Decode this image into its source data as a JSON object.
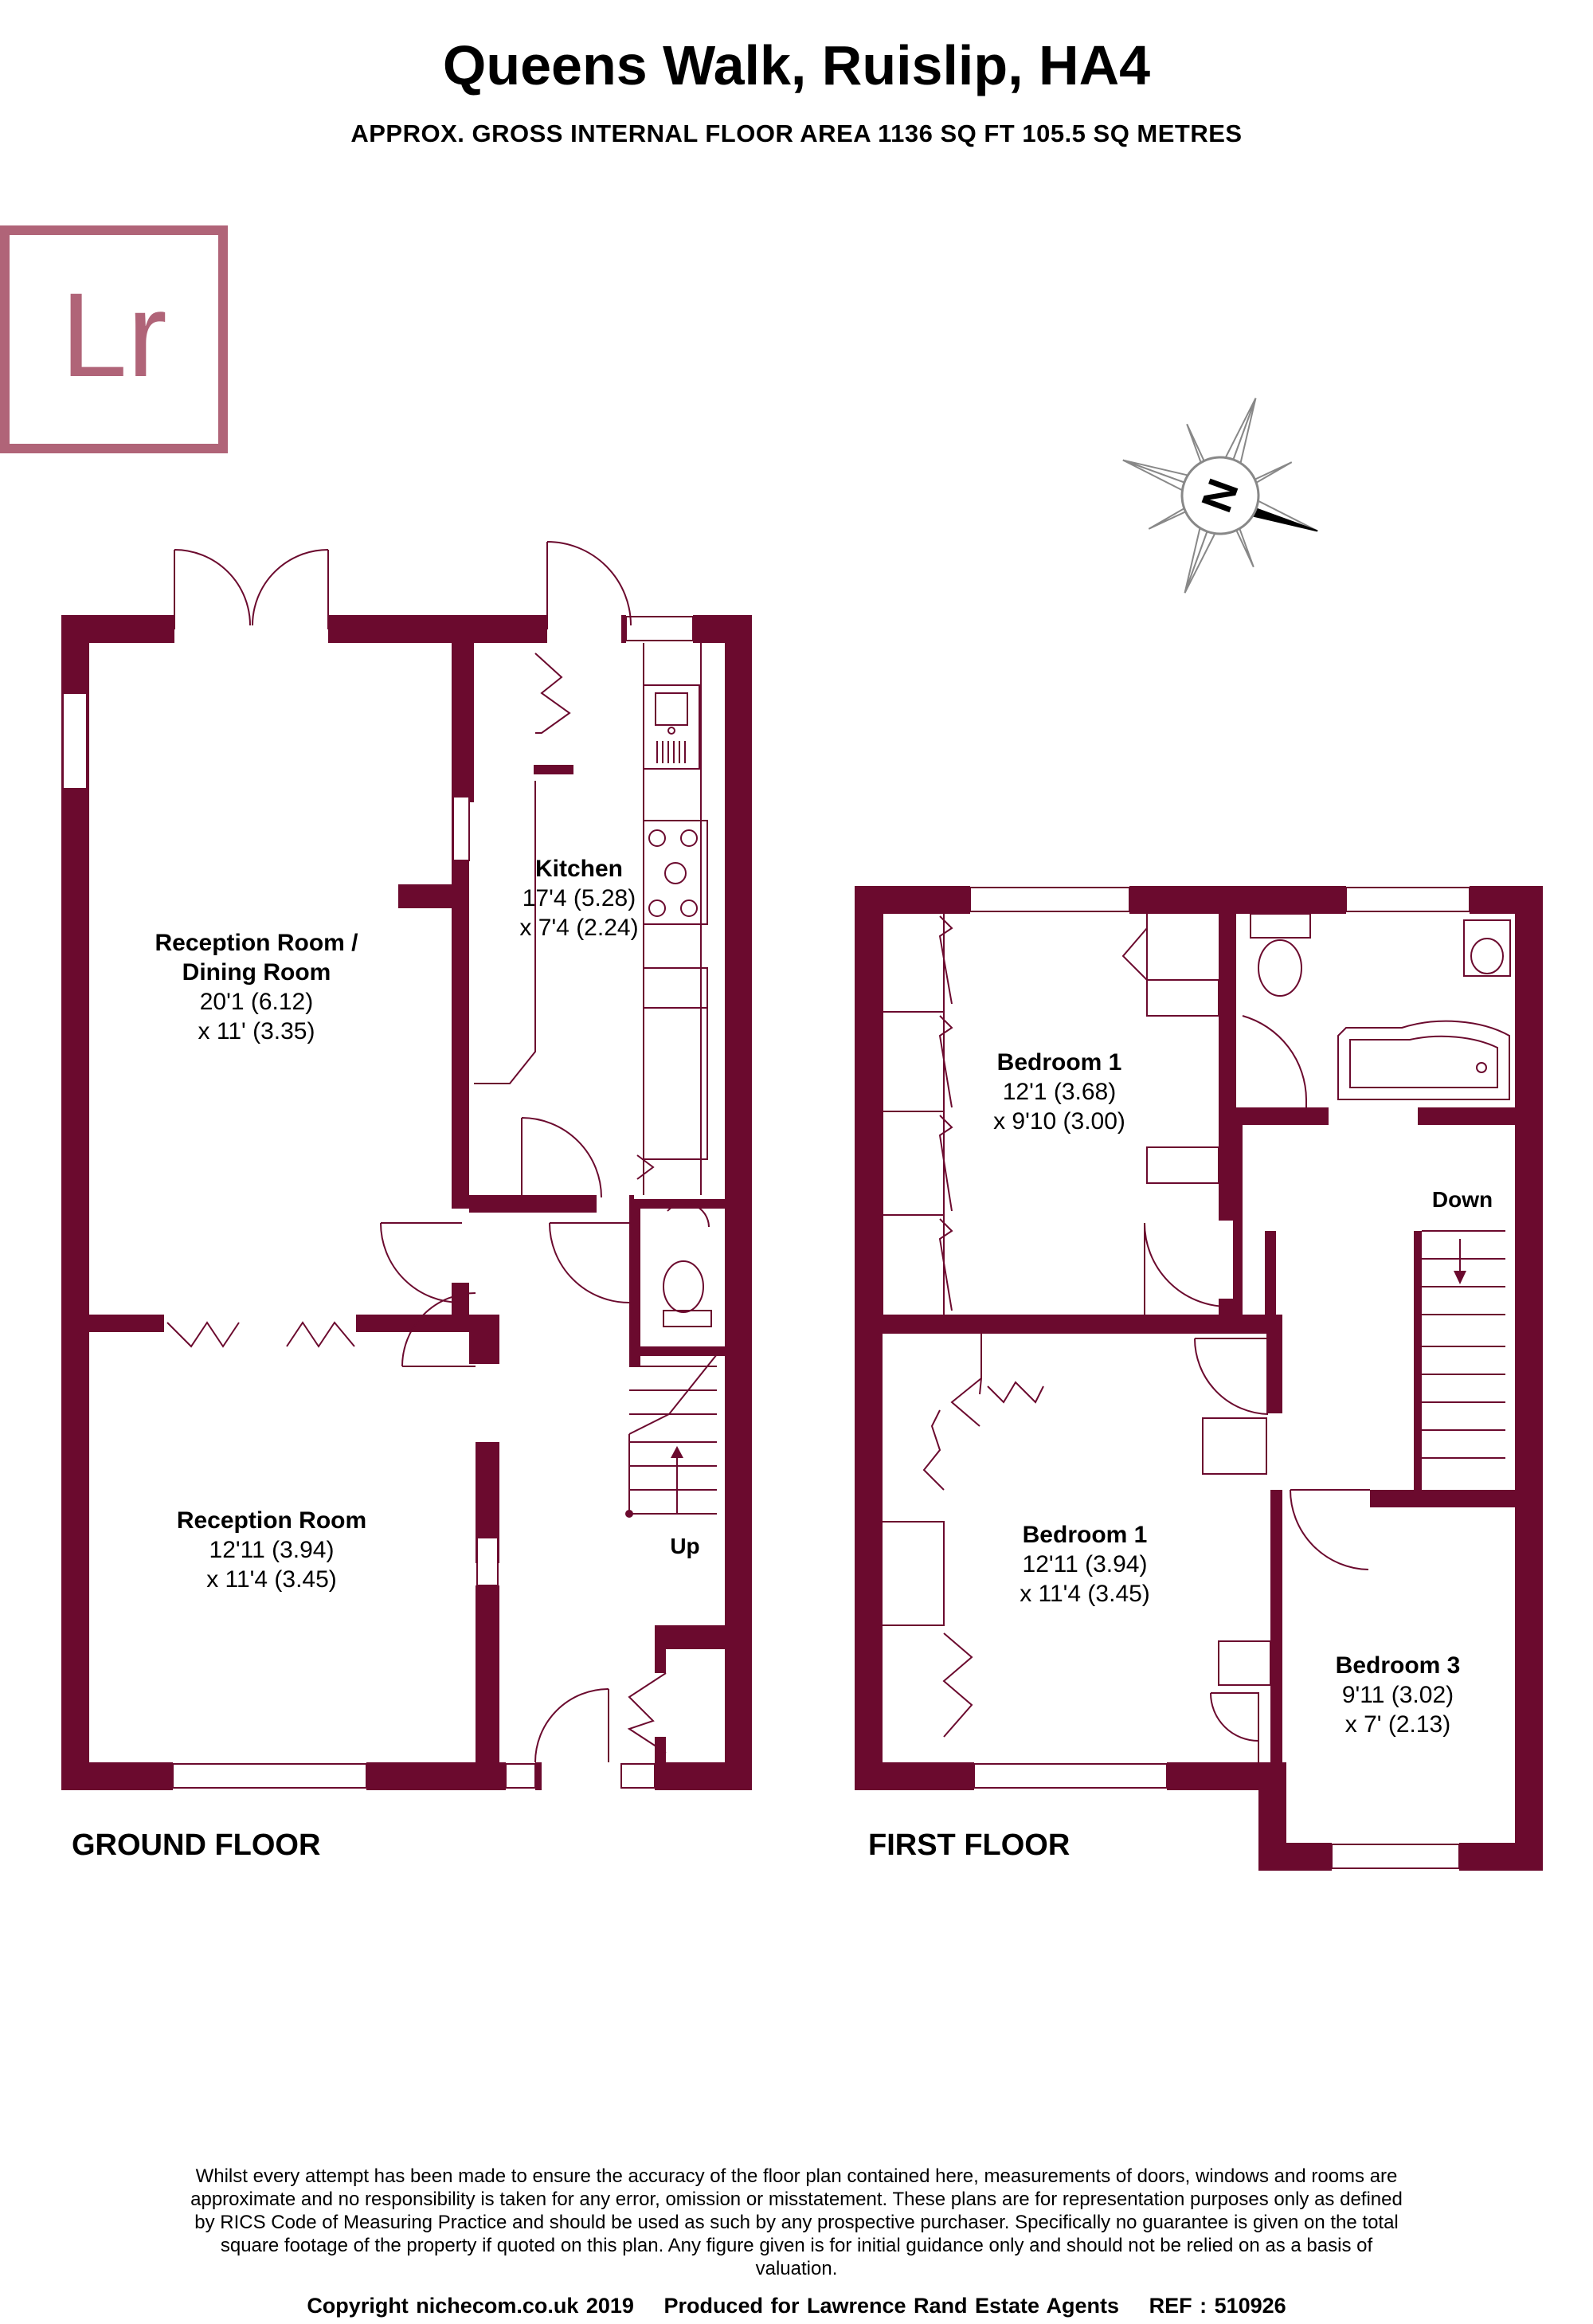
{
  "header": {
    "title": "Queens Walk, Ruislip, HA4",
    "subtitle": "APPROX. GROSS INTERNAL FLOOR AREA 1136 SQ FT 105.5 SQ METRES"
  },
  "logo": {
    "text": "Lr",
    "color": "#b06478"
  },
  "compass": {
    "label": "N"
  },
  "colors": {
    "wall": "#6b0a2e",
    "line": "#6b0a2e"
  },
  "ground_floor": {
    "label": "GROUND FLOOR",
    "rooms": [
      {
        "name": "Reception Room /",
        "name2": "Dining Room",
        "dim1": "20'1 (6.12)",
        "dim2": "x 11' (3.35)"
      },
      {
        "name": "Kitchen",
        "dim1": "17'4 (5.28)",
        "dim2": "x 7'4 (2.24)"
      },
      {
        "name": "Reception Room",
        "dim1": "12'11 (3.94)",
        "dim2": "x 11'4 (3.45)"
      }
    ],
    "stairs_label": "Up"
  },
  "first_floor": {
    "label": "FIRST FLOOR",
    "rooms": [
      {
        "name": "Bedroom 1",
        "dim1": "12'1 (3.68)",
        "dim2": "x 9'10 (3.00)"
      },
      {
        "name": "Bedroom 1",
        "dim1": "12'11 (3.94)",
        "dim2": "x 11'4 (3.45)"
      },
      {
        "name": "Bedroom 3",
        "dim1": "9'11 (3.02)",
        "dim2": "x 7' (2.13)"
      }
    ],
    "stairs_label": "Down"
  },
  "disclaimer": "Whilst every attempt has been made to ensure the accuracy of the floor plan contained here, measurements of doors, windows and rooms are approximate and no responsibility is taken for any error, omission or misstatement. These plans are for representation purposes only as defined by RICS Code of Measuring Practice and should be used as such by any prospective purchaser. Specifically no guarantee is given on the total square footage of the property if quoted on this plan. Any figure given is for initial guidance only and should not be relied on as a basis of valuation.",
  "footer": {
    "copyright": "Copyright nichecom.co.uk 2019",
    "produced": "Produced for Lawrence Rand Estate Agents",
    "ref": "REF : 510926"
  }
}
